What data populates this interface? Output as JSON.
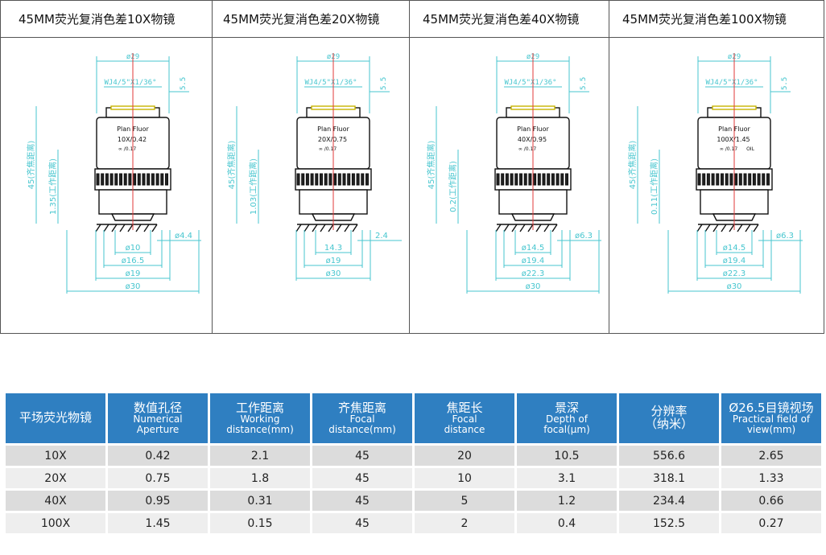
{
  "drawings": [
    {
      "title": "45MM荧光复消色差10X物镜",
      "lens": {
        "name": "Plan Fluor",
        "spec": "10X/0.42",
        "spec2": "∞ /0.17",
        "extra": ""
      },
      "dims": {
        "top_dia": "ø29",
        "thread": "WJ4/5\"X1/36°",
        "thread_len": "5.5",
        "parfocal": "45(齐焦距离)",
        "working": "1.35(工作距离)",
        "side": "ø4.4",
        "d1": "ø10",
        "d2": "ø16.5",
        "d3": "ø19",
        "d4": "ø30"
      }
    },
    {
      "title": "45MM荧光复消色差20X物镜",
      "lens": {
        "name": "Plan  Fluor",
        "spec": "20X/0.75",
        "spec2": "∞ /0.17",
        "extra": ""
      },
      "dims": {
        "top_dia": "ø29",
        "thread": "WJ4/5\"X1/36°",
        "thread_len": "5.5",
        "parfocal": "45(齐焦距离)",
        "working": "1.03(工作距离)",
        "side": "2.4",
        "d1": "14.3",
        "d2": "ø19",
        "d3": "ø30"
      }
    },
    {
      "title": "45MM荧光复消色差40X物镜",
      "lens": {
        "name": "Plan  Fluor",
        "spec": "40X/0.95",
        "spec2": "∞ /0.17",
        "extra": ""
      },
      "dims": {
        "top_dia": "ø29",
        "thread": "WJ4/5\"X1/36°",
        "thread_len": "5.5",
        "parfocal": "45(齐焦距离)",
        "working": "0.2(工作距离)",
        "side": "ø6.3",
        "d1": "ø14.5",
        "d2": "ø19.4",
        "d3": "ø22.3",
        "d4": "ø30"
      }
    },
    {
      "title": "45MM荧光复消色差100X物镜",
      "lens": {
        "name": "Plan  Fluor",
        "spec": "100X/1.45",
        "spec2": "∞ /0.17",
        "extra": "OIL"
      },
      "dims": {
        "top_dia": "ø29",
        "thread": "WJ4/5\"X1/36°",
        "thread_len": "5.5",
        "parfocal": "45(齐焦距离)",
        "working": "0.11(工作距离)",
        "side": "ø6.3",
        "d1": "ø14.5",
        "d2": "ø19.4",
        "d3": "ø22.3",
        "d4": "ø30"
      }
    }
  ],
  "table": {
    "headers": [
      {
        "zh": "平场荧光物镜",
        "en": ""
      },
      {
        "zh": "数值孔径",
        "en": "Numerical Aperture"
      },
      {
        "zh": "工作距离",
        "en": "Working distance(mm)"
      },
      {
        "zh": "齐焦距离",
        "en": "Focal distance(mm)"
      },
      {
        "zh": "焦距长",
        "en": "Focal distance"
      },
      {
        "zh": "景深",
        "en": "Depth of focal(μm)"
      },
      {
        "zh": "分辨率",
        "en": "（纳米）"
      },
      {
        "zh": "Ø26.5目镜视场",
        "en": "Practical field of view(mm)"
      }
    ],
    "rows": [
      [
        "10X",
        "0.42",
        "2.1",
        "45",
        "20",
        "10.5",
        "556.6",
        "2.65"
      ],
      [
        "20X",
        "0.75",
        "1.8",
        "45",
        "10",
        "3.1",
        "318.1",
        "1.33"
      ],
      [
        "40X",
        "0.95",
        "0.31",
        "45",
        "5",
        "1.2",
        "234.4",
        "0.66"
      ],
      [
        "100X",
        "1.45",
        "0.15",
        "45",
        "2",
        "0.4",
        "152.5",
        "0.27"
      ]
    ]
  }
}
